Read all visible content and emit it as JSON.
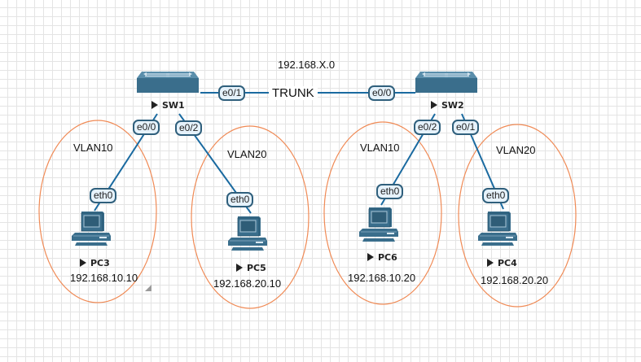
{
  "topology": {
    "network_label": "192.168.X.0",
    "trunk_label": "TRUNK",
    "colors": {
      "link": "#1a6aa0",
      "vlan_ellipse": "#f08a55",
      "device": "#3a6e8c",
      "port_border": "#2f5f7c",
      "port_fill": "#e6f2fb"
    },
    "switches": [
      {
        "name": "SW1",
        "icon": "switch-icon"
      },
      {
        "name": "SW2",
        "icon": "switch-icon"
      }
    ],
    "trunk_link": {
      "sw1_port": "e0/1",
      "sw2_port": "e0/0"
    },
    "pcs": [
      {
        "name": "PC3",
        "ip": "192.168.10.10",
        "vlan": "VLAN10",
        "switch": "SW1",
        "switch_port": "e0/0",
        "pc_port": "eth0",
        "icon": "pc-icon"
      },
      {
        "name": "PC5",
        "ip": "192.168.20.10",
        "vlan": "VLAN20",
        "switch": "SW1",
        "switch_port": "e0/2",
        "pc_port": "eth0",
        "icon": "pc-icon"
      },
      {
        "name": "PC6",
        "ip": "192.168.10.20",
        "vlan": "VLAN10",
        "switch": "SW2",
        "switch_port": "e0/2",
        "pc_port": "eth0",
        "icon": "pc-icon"
      },
      {
        "name": "PC4",
        "ip": "192.168.20.20",
        "vlan": "VLAN20",
        "switch": "SW2",
        "switch_port": "e0/1",
        "pc_port": "eth0",
        "icon": "pc-icon"
      }
    ]
  }
}
